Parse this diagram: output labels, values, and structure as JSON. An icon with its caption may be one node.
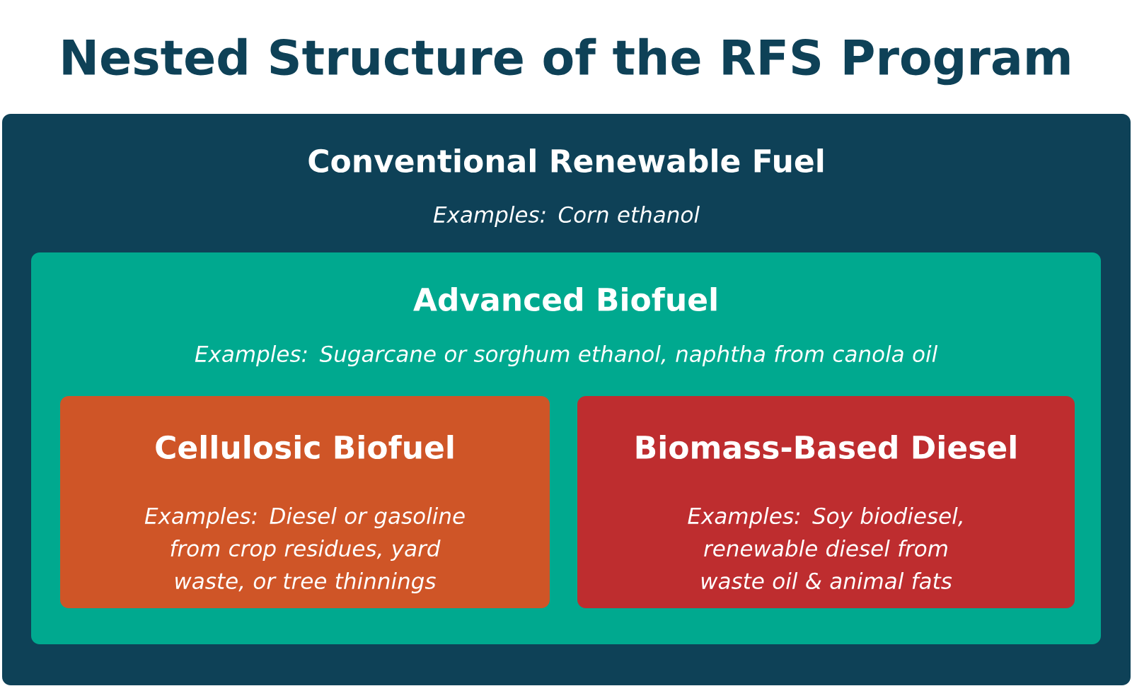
{
  "diagram": {
    "title": "Nested Structure of the RFS Program",
    "nodes": [
      {
        "text": [
          "Conventional Renewable Fuel",
          "Examples: Corn ethanol"
        ]
      },
      {
        "text": [
          "Advanced Biofuel",
          "Examples: Sugarcane or sorghum ethanol, naphtha from canola oil"
        ],
        "in": 0
      },
      {
        "text": [
          "Cellulosic Biofuel",
          "Examples: Diesel or gasoline from crop residues, yard waste, or tree thinnings"
        ],
        "in": 1
      },
      {
        "text": [
          "Biomass-Based Diesel",
          "Examples: Soy biodiesel, renewable diesel from waste oil & animal fats"
        ],
        "in": 1
      }
    ]
  }
}
